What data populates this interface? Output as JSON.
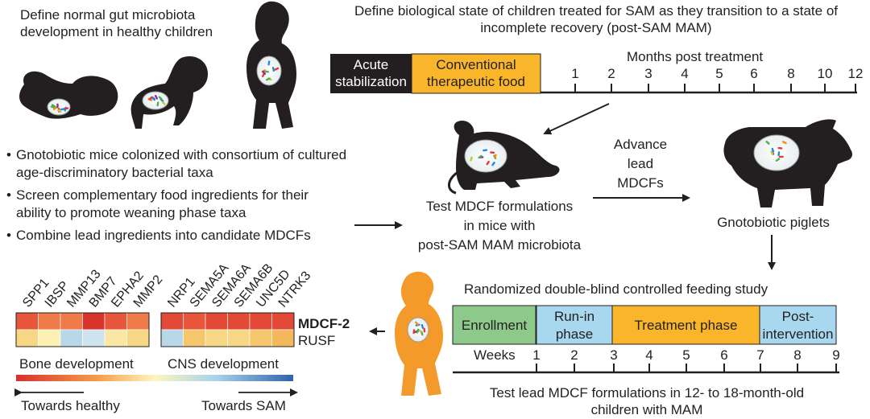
{
  "healthy_title": [
    "Define normal gut microbiota",
    "development in healthy children"
  ],
  "sam_title": [
    "Define biological state of children treated for SAM as they transition to a state of",
    "incomplete recovery (post-SAM MAM)"
  ],
  "timeline1": {
    "box1": [
      "Acute",
      "stabilization"
    ],
    "box2": [
      "Conventional",
      "therapeutic food"
    ],
    "axis_label": "Months post treatment",
    "ticks": [
      "1",
      "2",
      "3",
      "4",
      "5",
      "6",
      "8",
      "10",
      "12"
    ],
    "colors": {
      "box1": "#231f20",
      "box2": "#f9b62b"
    }
  },
  "bullets": [
    [
      "Gnotobiotic mice colonized with consortium of cultured",
      "age-discriminatory bacterial taxa"
    ],
    [
      "Screen complementary food ingredients for their",
      "ability to promote weaning phase taxa"
    ],
    [
      "Combine lead ingredients into candidate MDCFs"
    ]
  ],
  "mice_text": [
    "Test MDCF formulations",
    "in mice with",
    "post-SAM MAM microbiota"
  ],
  "advance_text": [
    "Advance",
    "lead",
    "MDCFs"
  ],
  "piglets_text": "Gnotobiotic piglets",
  "study": {
    "title": "Randomized double-blind controlled feeding study",
    "phases": [
      {
        "label": [
          "Enrollment"
        ],
        "color": "#8cc98a"
      },
      {
        "label": [
          "Run-in",
          "phase"
        ],
        "color": "#a7d8ef"
      },
      {
        "label": [
          "Treatment phase"
        ],
        "color": "#f9b62b"
      },
      {
        "label": [
          "Post-",
          "intervention"
        ],
        "color": "#a7d8ef"
      }
    ],
    "axis_label": "Weeks",
    "ticks": [
      "1",
      "2",
      "3",
      "4",
      "5",
      "6",
      "7",
      "8",
      "9"
    ],
    "caption": [
      "Test lead MDCF formulations in 12- to 18-month-old",
      "children with MAM"
    ]
  },
  "heatmap": {
    "bone_genes": [
      "SPP1",
      "IBSP",
      "MMP13",
      "BMP7",
      "EPHA2",
      "MMP2"
    ],
    "cns_genes": [
      "NRP1",
      "SEMA5A",
      "SEMA6A",
      "SEMA6B",
      "UNC5D",
      "NTRK3"
    ],
    "row_labels": [
      "MDCF-2",
      "RUSF"
    ],
    "bone_rows": [
      [
        "#e8573c",
        "#ef7a4a",
        "#ef7a4a",
        "#d7342d",
        "#e8573c",
        "#ef7a4a"
      ],
      [
        "#f7d784",
        "#fdf0b4",
        "#b8d7e8",
        "#cfe3ee",
        "#fbe7a4",
        "#f7d784"
      ]
    ],
    "cns_rows": [
      [
        "#e24a37",
        "#e8573c",
        "#e24a37",
        "#e24a37",
        "#e24a37",
        "#e24a37"
      ],
      [
        "#b8d7e8",
        "#f5c66c",
        "#f7d784",
        "#f7d784",
        "#f5c66c",
        "#f3b85b"
      ]
    ],
    "bone_label": "Bone development",
    "cns_label": "CNS development",
    "left_label": "Towards healthy",
    "right_label": "Towards SAM"
  }
}
